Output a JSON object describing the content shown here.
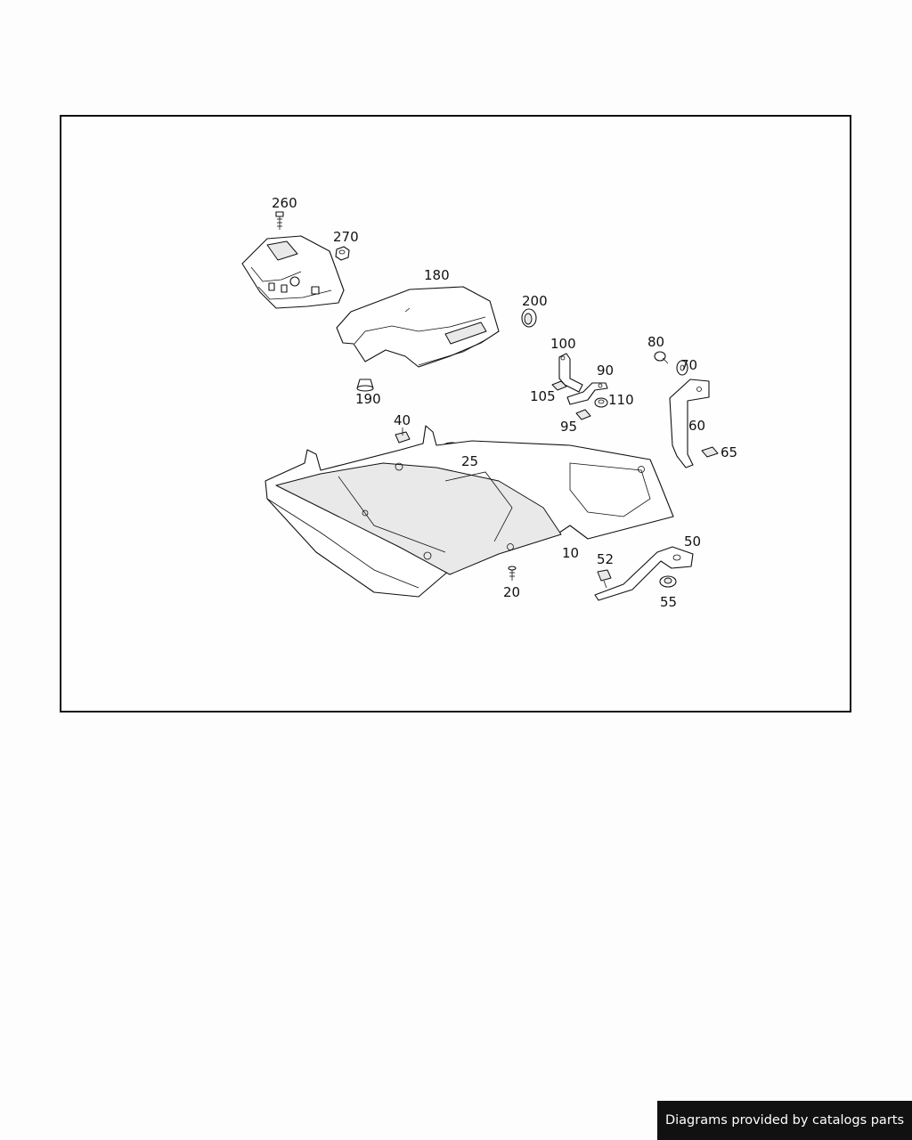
{
  "footer": {
    "text": "Diagrams provided by catalogs parts"
  },
  "callouts": {
    "p10": "10",
    "p20": "20",
    "p25": "25",
    "p40": "40",
    "p50": "50",
    "p52": "52",
    "p55": "55",
    "p60": "60",
    "p65": "65",
    "p70": "70",
    "p80": "80",
    "p90": "90",
    "p95": "95",
    "p100": "100",
    "p105": "105",
    "p110": "110",
    "p180": "180",
    "p190": "190",
    "p200": "200",
    "p260": "260",
    "p270": "270"
  }
}
